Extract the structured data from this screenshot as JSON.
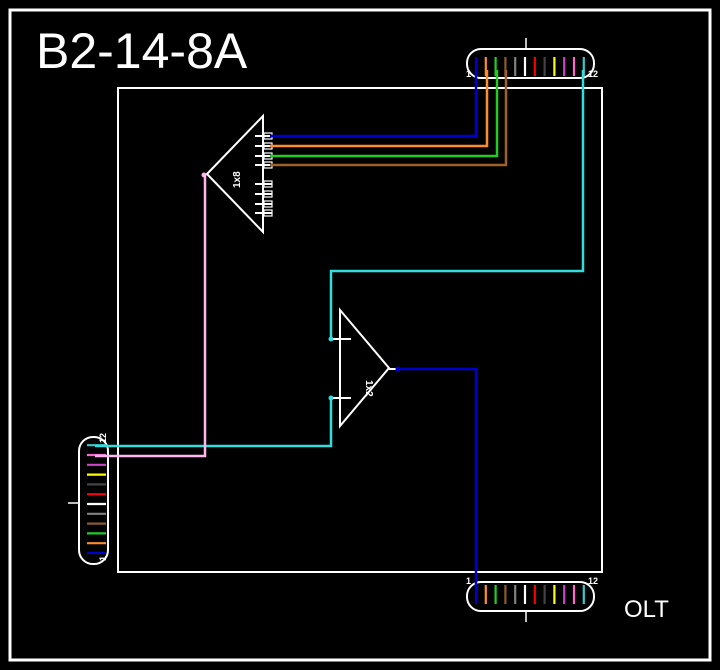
{
  "title": "B2-14-8A",
  "olt_label": "OLT",
  "connectors": {
    "top": {
      "start_label": "1",
      "end_label": "12"
    },
    "bottom": {
      "start_label": "1",
      "end_label": "12"
    },
    "left": {
      "start_label": "1",
      "end_label": "12"
    }
  },
  "splitters": {
    "main": {
      "label": "1x8"
    },
    "secondary": {
      "label": "1x2"
    }
  },
  "fiber_colors": [
    "#0000cc",
    "#ff8c2a",
    "#22cc22",
    "#8b5a2b",
    "#808080",
    "#ffffff",
    "#ff0000",
    "#000000",
    "#ffff00",
    "#cc44cc",
    "#ff66cc",
    "#33cccc"
  ],
  "wire_colors": {
    "cyan": "#33dddd",
    "pink": "#ffb6ee",
    "blue": "#0000cc"
  }
}
